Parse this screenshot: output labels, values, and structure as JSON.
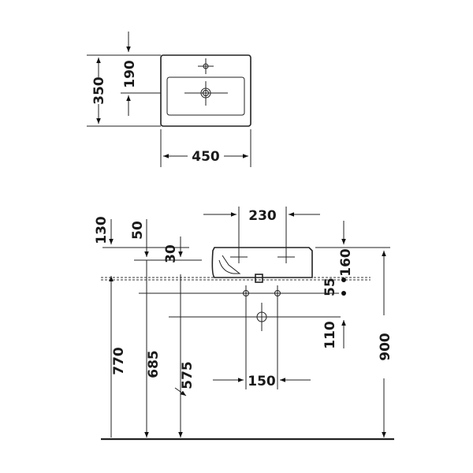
{
  "top_view": {
    "width_label": "450",
    "depth_label": "350",
    "tap_to_waste_label": "190"
  },
  "side_view": {
    "tap_spacing_label": "230",
    "top_offset_label": "130",
    "ledge_label": "50",
    "rim_label": "30",
    "bowl_depth_label": "160",
    "drain_height_label": "55",
    "outlet_offset_label": "110",
    "outlet_spacing_label": "150",
    "height_770_label": "770",
    "height_685_label": "685",
    "height_575_label": "575",
    "height_900_label": "900"
  }
}
